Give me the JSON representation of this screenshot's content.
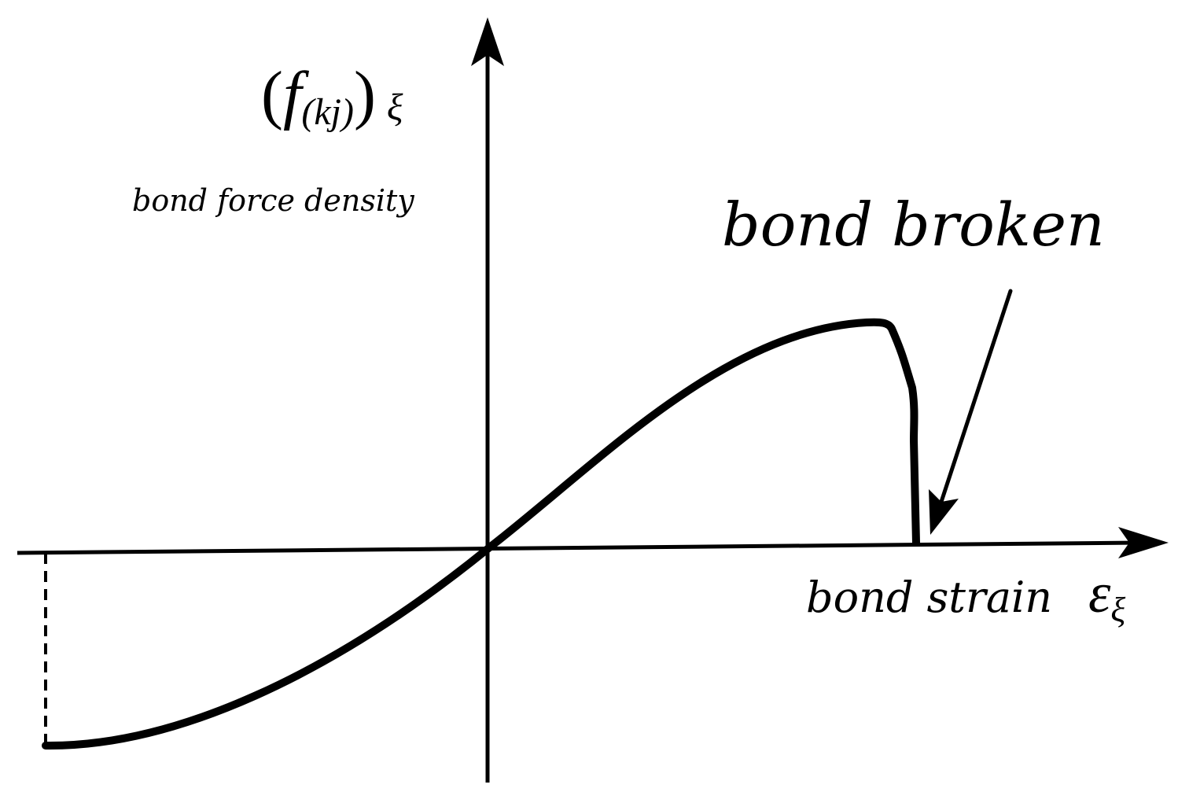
{
  "diagram": {
    "y_axis_symbol": {
      "open_paren": "(",
      "base": "f",
      "subscript": "(kj)",
      "close_paren": ")",
      "outer_subscript": "ξ"
    },
    "y_axis_caption": "bond force density",
    "x_axis_caption": "bond strain",
    "x_axis_symbol": {
      "base": "ε",
      "subscript": "ξ"
    },
    "annotation": "bond broken",
    "colors": {
      "ink": "#000000",
      "background": "#ffffff"
    }
  }
}
